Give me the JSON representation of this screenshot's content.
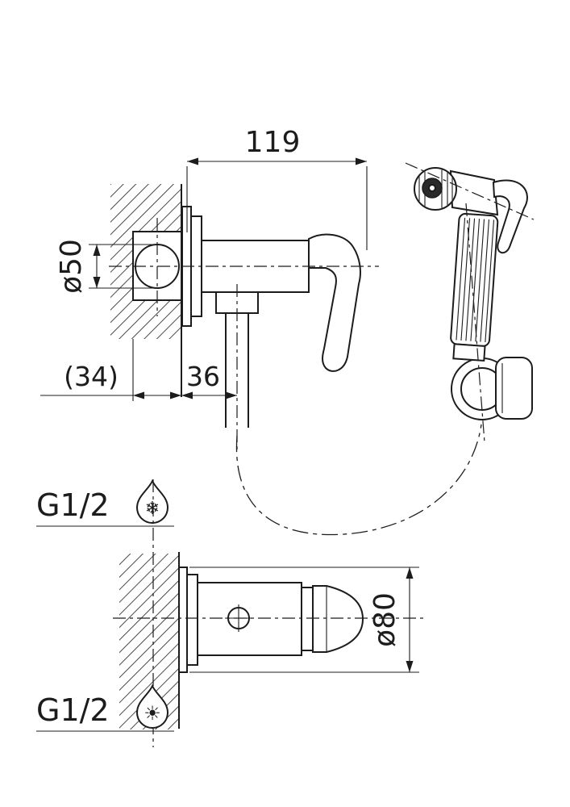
{
  "sheet": {
    "background": "#ffffff",
    "line_color": "#1c1c1c"
  },
  "side_view": {
    "dim_width": "119",
    "dim_valve_diameter": "ø50",
    "dim_wall_offset": "(34)",
    "dim_outlet_offset": "36"
  },
  "front_view": {
    "dim_flange_diameter": "ø80",
    "inlet_cold_thread": "G1/2",
    "inlet_hot_thread": "G1/2"
  },
  "icons": {
    "cold_water_glyph": "❄",
    "hot_water_glyph": "☀"
  }
}
